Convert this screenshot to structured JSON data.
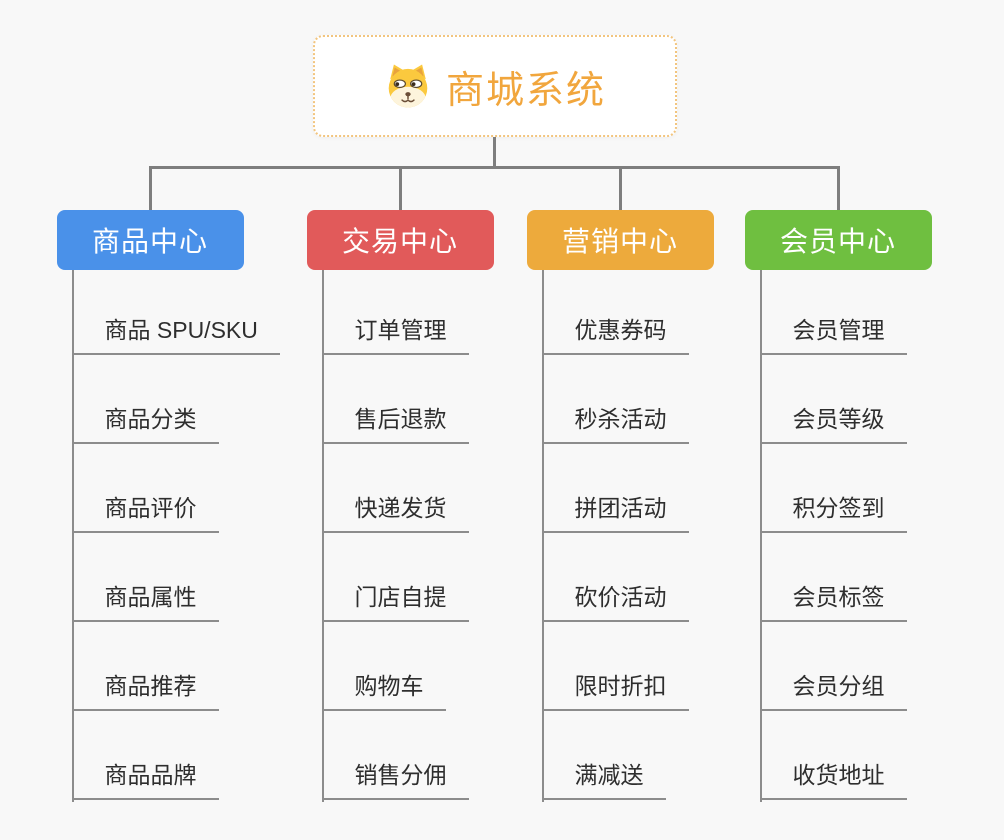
{
  "root": {
    "title": "商城系统",
    "icon": "dog-face-icon",
    "title_color": "#f1a63d",
    "border_color": "#f2c57f"
  },
  "connector_color": "#7e7e7e",
  "branch_line_color": "#8c8c8c",
  "branches": [
    {
      "label": "商品中心",
      "color": "#4a91e9",
      "items": [
        "商品 SPU/SKU",
        "商品分类",
        "商品评价",
        "商品属性",
        "商品推荐",
        "商品品牌"
      ]
    },
    {
      "label": "交易中心",
      "color": "#e15a5a",
      "items": [
        "订单管理",
        "售后退款",
        "快递发货",
        "门店自提",
        "购物车",
        "销售分佣"
      ]
    },
    {
      "label": "营销中心",
      "color": "#edaa3c",
      "items": [
        "优惠券码",
        "秒杀活动",
        "拼团活动",
        "砍价活动",
        "限时折扣",
        "满减送"
      ]
    },
    {
      "label": "会员中心",
      "color": "#6fbf40",
      "items": [
        "会员管理",
        "会员等级",
        "积分签到",
        "会员标签",
        "会员分组",
        "收货地址"
      ]
    }
  ]
}
